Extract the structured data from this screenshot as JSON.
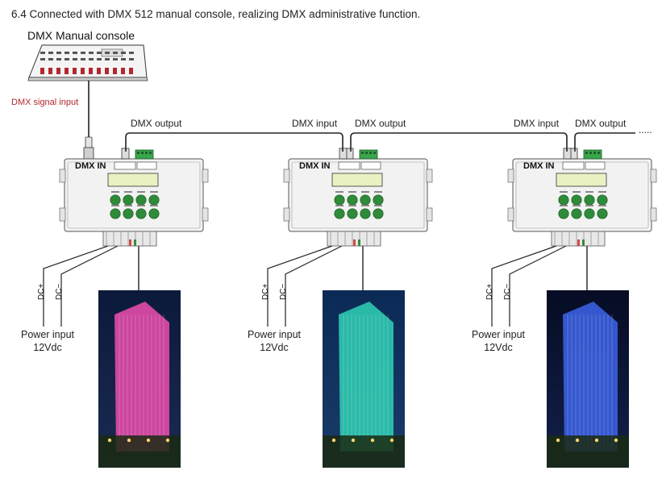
{
  "heading": "6.4 Connected with DMX 512 manual console, realizing DMX administrative function.",
  "console": {
    "title": "DMX Manual console",
    "signal_label": "DMX signal input"
  },
  "wiring": {
    "dmx_output": "DMX output",
    "dmx_input": "DMX input",
    "continuation": "....."
  },
  "decoder": {
    "dmx_in_label": "DMX IN",
    "dc_plus": "DC+",
    "dc_minus": "DC−",
    "power_line1": "Power input",
    "power_line2": "12Vdc"
  },
  "units": [
    {
      "building_color": "#e14aa8"
    },
    {
      "building_color": "#2ec9b0"
    },
    {
      "building_color": "#3a5fe0"
    }
  ],
  "colors": {
    "wire": "#222222",
    "signal_label": "#b3282d",
    "button_green": "#2e8b3a",
    "terminal_green": "#3aa54a",
    "lcd": "#e9f0c2"
  }
}
